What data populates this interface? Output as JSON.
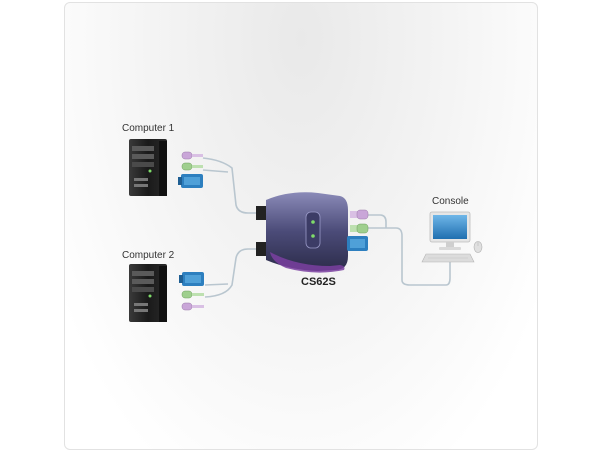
{
  "devices": {
    "computer1": {
      "label": "Computer 1"
    },
    "computer2": {
      "label": "Computer 2"
    },
    "switch": {
      "model": "CS62S"
    },
    "console": {
      "label": "Console"
    }
  },
  "colors": {
    "ps2_keyboard": "#c9a6d8",
    "ps2_mouse": "#9fcf8e",
    "vga": "#2d7fbf",
    "cable": "#b9c6cf",
    "switch_body": "#5a5a8a",
    "tower": "#1d1d1d"
  },
  "icons": [
    "computer-tower-icon",
    "kvm-switch-icon",
    "monitor-icon",
    "keyboard-icon",
    "mouse-icon",
    "ps2-connector-icon",
    "vga-connector-icon"
  ]
}
